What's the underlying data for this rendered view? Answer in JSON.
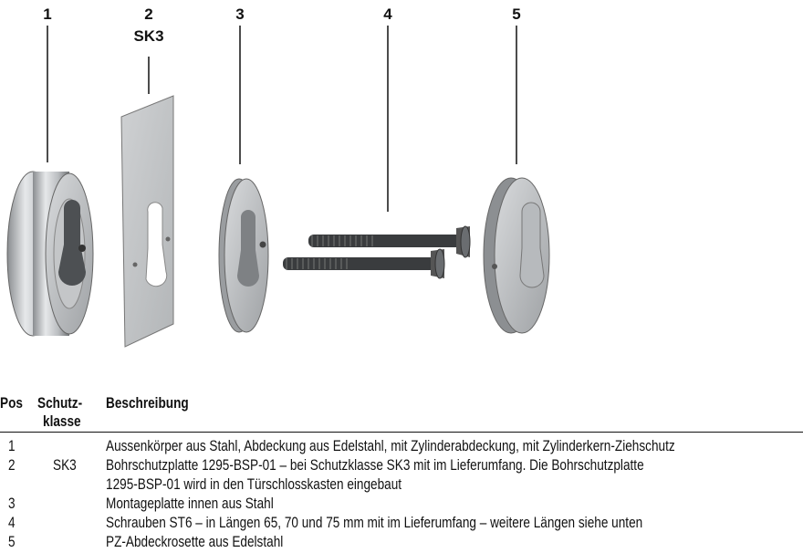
{
  "labels": {
    "pos1": "1",
    "pos2": "2",
    "pos2_class": "SK3",
    "pos3": "3",
    "pos4": "4",
    "pos5": "5"
  },
  "table": {
    "headers": {
      "pos": "Pos",
      "class_line1": "Schutz-",
      "class_line2": "klasse",
      "description": "Beschreibung"
    },
    "rows": [
      {
        "pos": "1",
        "class": "",
        "description": [
          "Aussenkörper aus Stahl, Abdeckung aus Edelstahl, mit Zylinderabdeckung, mit Zylinderkern-Ziehschutz"
        ]
      },
      {
        "pos": "2",
        "class": "SK3",
        "description": [
          "Bohrschutzplatte 1295-BSP-01 – bei Schutzklasse SK3 mit im Lieferumfang. Die Bohrschutzplatte",
          "1295-BSP-01 wird in den Türschlosskasten eingebaut"
        ]
      },
      {
        "pos": "3",
        "class": "",
        "description": [
          "Montageplatte innen aus Stahl"
        ]
      },
      {
        "pos": "4",
        "class": "",
        "description": [
          "Schrauben ST6 – in Längen 65, 70 und 75 mm mit im Lieferumfang – weitere Längen siehe unten"
        ]
      },
      {
        "pos": "5",
        "class": "",
        "description": [
          "PZ-Abdeckrosette aus Edelstahl"
        ]
      }
    ]
  }
}
